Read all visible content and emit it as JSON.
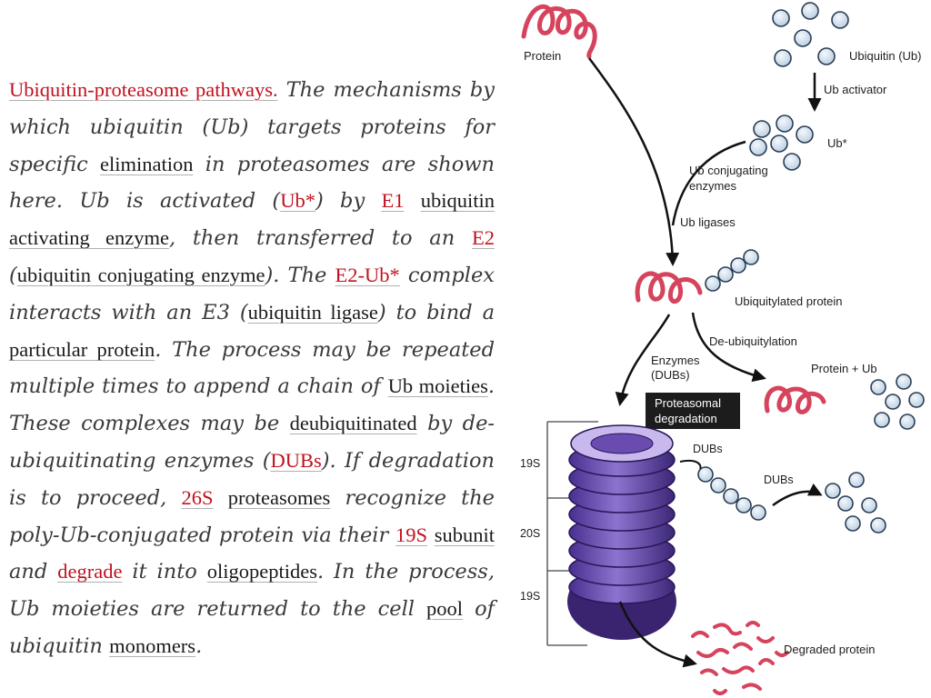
{
  "text": {
    "t01": "Ubiquitin-proteasome pathways.",
    "t02": " The mechanisms by which ubiquitin (Ub) targets proteins for specific ",
    "t03": "elimination",
    "t04": " in proteasomes are shown here. Ub is activated (",
    "t05": "Ub*",
    "t06": ") by ",
    "t07": "E1",
    "t08": " ",
    "t09": "ubiquitin activating enzyme",
    "t10": ", then transferred to an ",
    "t11": "E2",
    "t12": " (",
    "t13": "ubiquitin conjugating enzyme",
    "t14": "). The ",
    "t15": "E2-Ub*",
    "t16": " complex interacts with an E3 (",
    "t17": "ubiquitin ligase",
    "t18": ") to bind a ",
    "t19": "particular protein",
    "t20": ". The process may be repeated multiple times to append a chain of ",
    "t21": "Ub moieties",
    "t22": ". These complexes may be ",
    "t23": "deubiquitinated",
    "t24": " by de-ubiquitinating enzymes (",
    "t25": "DUBs",
    "t26": "). If degradation is to proceed, ",
    "t27": "26S",
    "t28": " ",
    "t29": "proteasomes",
    "t30": " recognize the poly-Ub-conjugated protein via their ",
    "t31": "19S",
    "t32": " ",
    "t33": "subunit",
    "t34": " and ",
    "t35": "degrade",
    "t36": " it into ",
    "t37": "oligopeptides",
    "t38": ". In the process, Ub moieties are returned to the cell ",
    "t39": "pool",
    "t40": " of ubiquitin ",
    "t41": "monomers",
    "t42": "."
  },
  "diagram": {
    "protein": "Protein",
    "ubiquitin_ub": "Ubiquitin (Ub)",
    "ub_activator": "Ub activator",
    "ub_star": "Ub*",
    "ub_conjugating_1": "Ub conjugating",
    "ub_conjugating_2": "enzymes",
    "ub_ligases": "Ub ligases",
    "ubiquitylated_protein": "Ubiquitylated protein",
    "de_ubiquitylation": "De-ubiquitylation",
    "enzymes_1": "Enzymes",
    "enzymes_2": "(DUBs)",
    "protein_plus_ub": "Protein + Ub",
    "proteasomal_1": "Proteasomal",
    "proteasomal_2": "degradation",
    "dubs_top": "DUBs",
    "dubs_right": "DUBs",
    "s19_top": "19S",
    "s20": "20S",
    "s19_bottom": "19S",
    "degraded_protein": "Degraded protein"
  },
  "colors": {
    "keyword_red": "#c1121f",
    "keyword_dark": "#1a1a1a",
    "body_text": "#3a3a3a",
    "protein_red": "#d6435d",
    "ub_circle_fill": "#c9d9ea",
    "ub_circle_stroke": "#2a3d52",
    "proteasome_purple": "#6a4bb0",
    "label_box": "#1c1c1c"
  }
}
